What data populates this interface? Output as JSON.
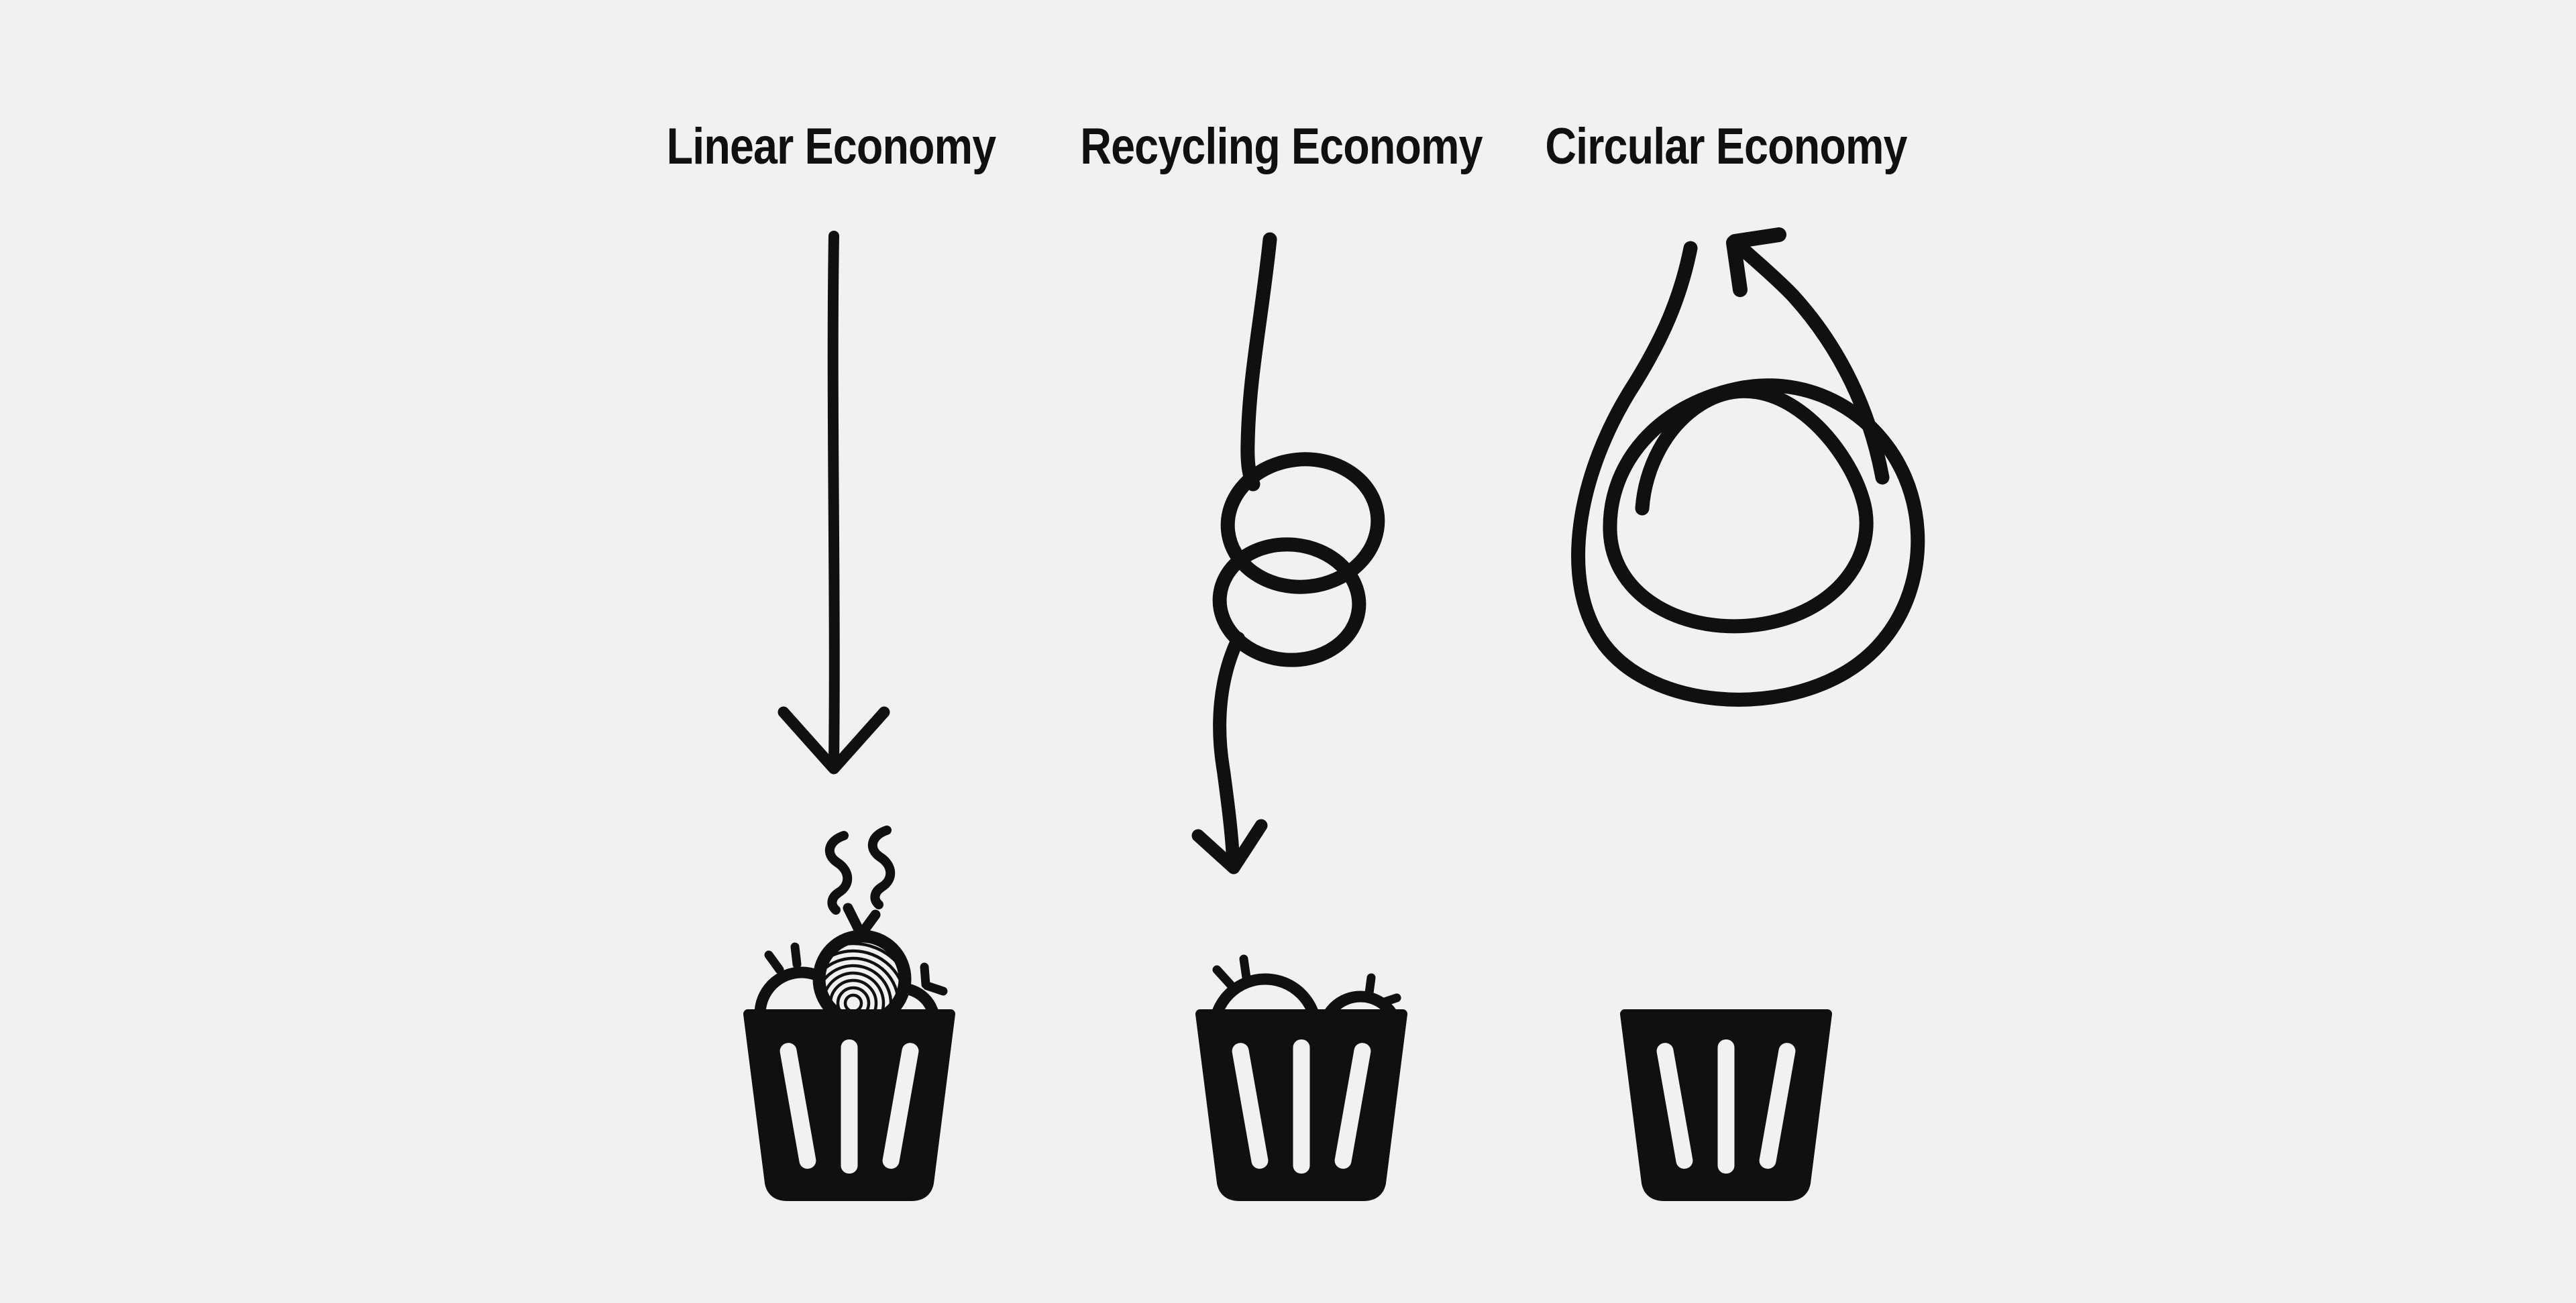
{
  "canvas": {
    "background_color": "#f1f1f1",
    "ink_color": "#101010"
  },
  "columns": [
    {
      "id": "linear",
      "title": "Linear Economy",
      "flow_icon": "straight-down-arrow",
      "bin_state": "overflowing with rotting fruit and stench squiggles"
    },
    {
      "id": "recycling",
      "title": "Recycling Economy",
      "flow_icon": "tangled-line-down-arrow",
      "bin_state": "partially full, fruit peeking over rim"
    },
    {
      "id": "circular",
      "title": "Circular Economy",
      "flow_icon": "looping-return-arrow",
      "bin_state": "empty"
    }
  ]
}
